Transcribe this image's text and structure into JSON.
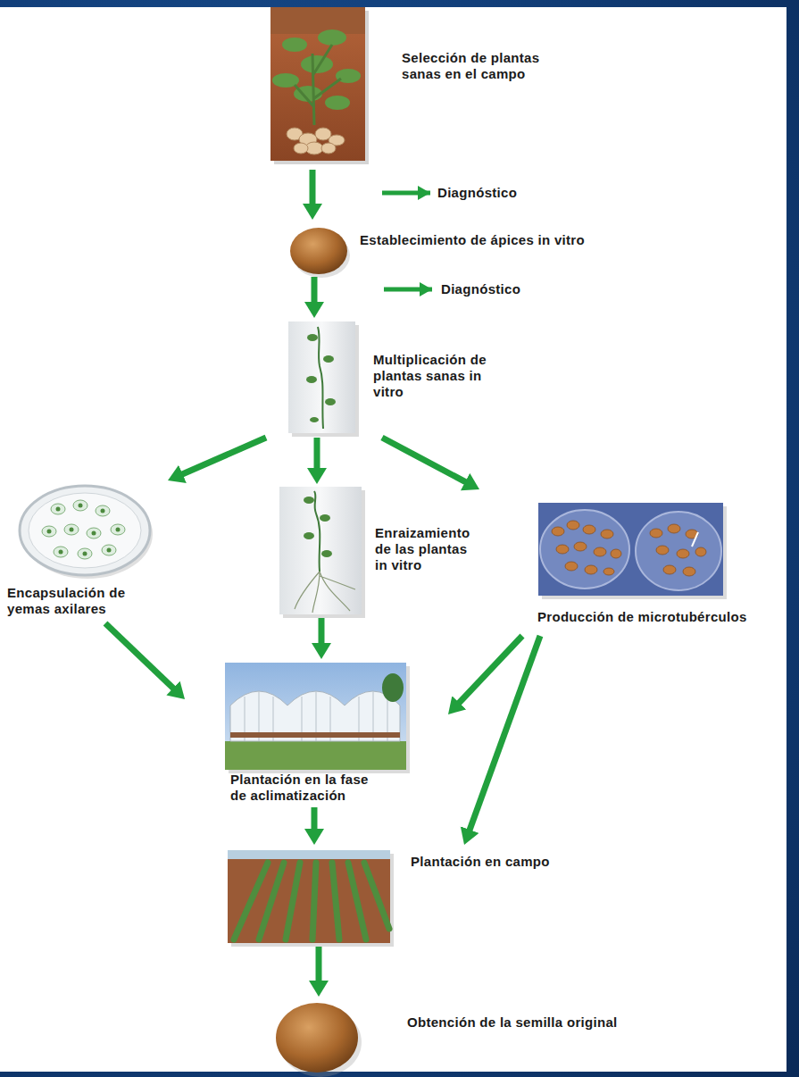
{
  "diagram": {
    "nodes": [
      {
        "text": [
          "Selección de plantas sanas en el campo"
        ]
      },
      {
        "text": [
          "Establecimiento de ápices in vitro"
        ]
      },
      {
        "text": [
          "Multiplicación de plantas sanas in vitro"
        ]
      },
      {
        "text": [
          "Encapsulación de yemas axilares"
        ]
      },
      {
        "text": [
          "Enraizamiento de las plantas in vitro"
        ]
      },
      {
        "text": [
          "Producción de microtubérculos"
        ]
      },
      {
        "text": [
          "Plantación en la fase de aclimatización"
        ]
      },
      {
        "text": [
          "Plantación en campo"
        ]
      },
      {
        "text": [
          "Obtención de la semilla original"
        ]
      }
    ],
    "edges": [
      {
        "from": 0,
        "to": 1,
        "arrow": "to"
      },
      {
        "from": 1,
        "to": 2,
        "arrow": "to"
      },
      {
        "from": 2,
        "to": 3,
        "arrow": "to"
      },
      {
        "from": 2,
        "to": 4,
        "arrow": "to"
      },
      {
        "from": 2,
        "to": 5,
        "arrow": "to"
      },
      {
        "from": 3,
        "to": 6,
        "arrow": "to"
      },
      {
        "from": 4,
        "to": 6,
        "arrow": "to"
      },
      {
        "from": 5,
        "to": 6,
        "arrow": "to"
      },
      {
        "from": 5,
        "to": 7,
        "arrow": "to"
      },
      {
        "from": 6,
        "to": 7,
        "arrow": "to"
      },
      {
        "from": 7,
        "to": 8,
        "arrow": "to"
      }
    ],
    "labels": [
      "Diagnóstico",
      "Diagnóstico"
    ]
  }
}
